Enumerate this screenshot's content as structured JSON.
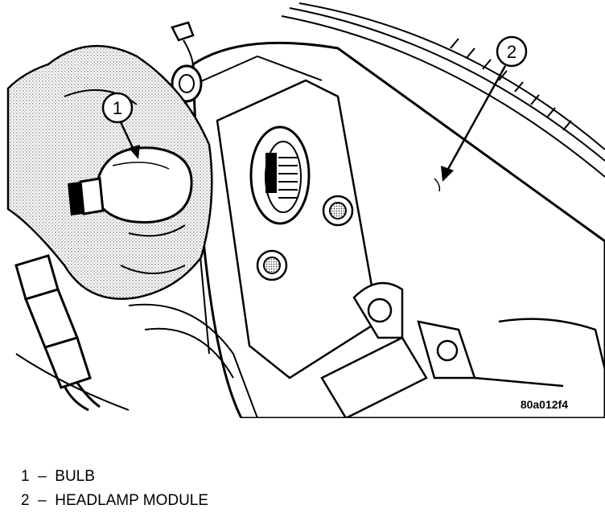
{
  "callouts": [
    {
      "number": "1"
    },
    {
      "number": "2"
    }
  ],
  "figure_code": "80a012f4",
  "legend": [
    {
      "number": "1",
      "dash": "–",
      "label": "BULB"
    },
    {
      "number": "2",
      "dash": "–",
      "label": "HEADLAMP MODULE"
    }
  ],
  "colors": {
    "ink": "#000000",
    "paper": "#ffffff",
    "shade": "#d8d8d8"
  }
}
